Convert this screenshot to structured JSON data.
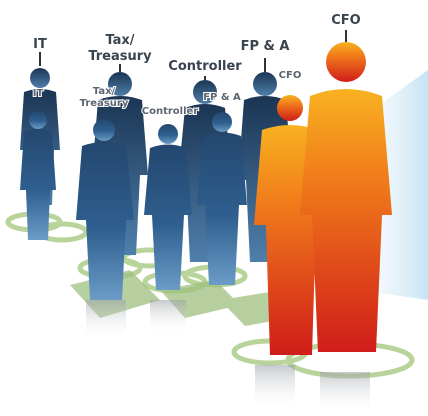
{
  "labels": {
    "cfo_top": "CFO",
    "fpa_top": "FP & A",
    "cfo_mid": "CFO",
    "controller_top": "Controller",
    "tax_top_line1": "Tax/",
    "tax_top_line2": "Treasury",
    "it_top": "IT",
    "tax_mid_line1": "Tax/",
    "tax_mid_line2": "Treasury",
    "controller_mid": "Controller",
    "fpa_mid": "FP & A",
    "it_mid": "IT"
  },
  "colors": {
    "blue_dark": "#1a3a5e",
    "blue_light": "#5b8ab8",
    "red_bottom": "#d9261a",
    "orange_top": "#f7a21c",
    "ring_green": "#bfd8a0",
    "beam": "#cfe6f4"
  }
}
